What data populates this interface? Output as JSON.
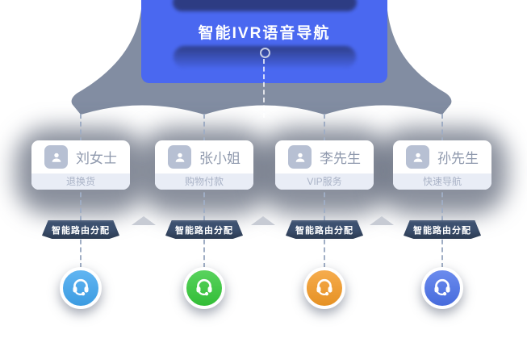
{
  "header": {
    "title": "智能IVR语音导航"
  },
  "routing_badge_label": "智能路由分配",
  "cards": [
    {
      "name": "刘女士",
      "service": "退换货",
      "agent_color": "#3fa5ef"
    },
    {
      "name": "张小姐",
      "service": "购物付款",
      "agent_color": "#35c93a"
    },
    {
      "name": "李先生",
      "service": "VIP服务",
      "agent_color": "#f49a26"
    },
    {
      "name": "孙先生",
      "service": "快速导航",
      "agent_color": "#4b72ea"
    }
  ],
  "colors": {
    "header_bg": "#4a68f0",
    "header_pill": "#2c3a7e",
    "fan": "#828da2",
    "badge_bg": "#3c506f",
    "card_strip": "#e9edf6"
  }
}
